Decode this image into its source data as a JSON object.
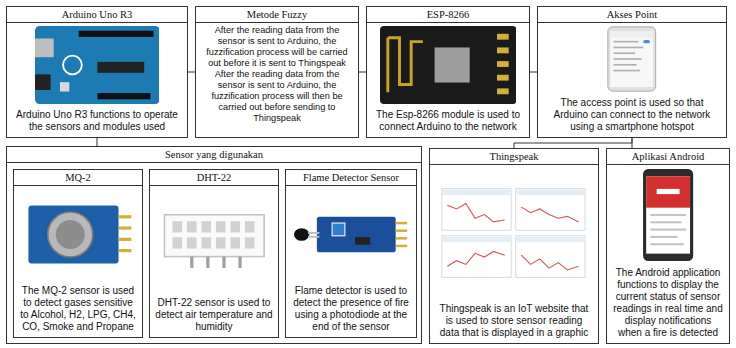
{
  "diagram": {
    "nodes": [
      {
        "text": [
          "Arduino Uno R3",
          "Arduino Uno R3 functions to operate the sensors and modules used"
        ]
      },
      {
        "text": [
          "Metode Fuzzy",
          "After the reading data from the sensor is sent to Arduino, the fuzzification process will be carried out before it is sent to Thingspeak After the reading data from the sensor is sent to Arduino, the fuzzification process will then be carried out before sending to Thingspeak"
        ]
      },
      {
        "text": [
          "ESP-8266",
          "The Esp-8266 module is used to connect Arduino to the network"
        ]
      },
      {
        "text": [
          "Akses Point",
          "The access point is used so that Arduino can connect to the network using a smartphone hotspot"
        ]
      },
      {
        "text": [
          "Sensor yang digunakan"
        ]
      },
      {
        "text": [
          "MQ-2",
          "The MQ-2 sensor is used to detect gases sensitive to Alcohol, H2, LPG, CH4, CO, Smoke and Propane"
        ],
        "in": 4
      },
      {
        "text": [
          "DHT-22",
          "DHT-22 sensor is used to detect air temperature and humidity"
        ],
        "in": 4
      },
      {
        "text": [
          "Flame Detector Sensor",
          "Flame detector is used to detect the presence of fire using a photodiode at the end of the sensor"
        ],
        "in": 4
      },
      {
        "text": [
          "Thingspeak",
          "Thingspeak is an IoT website that is used to store sensor reading data that is displayed in a graphic"
        ]
      },
      {
        "text": [
          "Aplikasi Android",
          "The Android application functions to display the current status of sensor readings in real time and display notifications when a fire is detected"
        ]
      }
    ],
    "edges": [
      {
        "from": 0,
        "to": 1,
        "arrow": "none"
      },
      {
        "from": 1,
        "to": 2,
        "arrow": "none"
      },
      {
        "from": 2,
        "to": 3,
        "arrow": "none"
      },
      {
        "from": 0,
        "to": 4,
        "arrow": "none"
      },
      {
        "from": 3,
        "to": 8,
        "arrow": "none"
      },
      {
        "from": 3,
        "to": 9,
        "arrow": "none"
      }
    ]
  }
}
